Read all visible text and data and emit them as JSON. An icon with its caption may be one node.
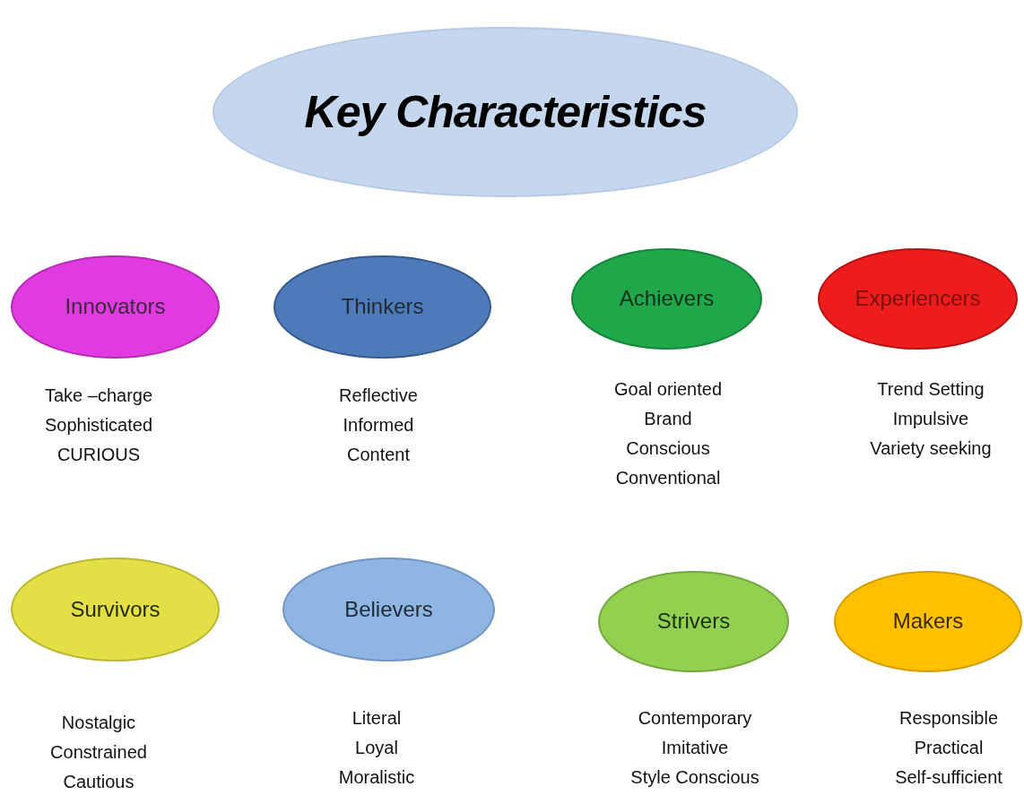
{
  "diagram": {
    "nodes": [
      {
        "text": [
          "Key Characteristics"
        ]
      },
      {
        "text": [
          "Innovators"
        ],
        "beside": [
          "Take –charge",
          "Sophisticated",
          "CURIOUS"
        ]
      },
      {
        "text": [
          "Thinkers"
        ],
        "beside": [
          "Reflective",
          "Informed",
          "Content"
        ]
      },
      {
        "text": [
          "Achievers"
        ],
        "beside": [
          "Goal oriented",
          "Brand",
          "Conscious",
          "Conventional"
        ]
      },
      {
        "text": [
          "Experiencers"
        ],
        "beside": [
          "Trend Setting",
          "Impulsive",
          "Variety seeking"
        ]
      },
      {
        "text": [
          "Survivors"
        ],
        "beside": [
          "Nostalgic",
          "Constrained",
          "Cautious"
        ]
      },
      {
        "text": [
          "Believers"
        ],
        "beside": [
          "Literal",
          "Loyal",
          "Moralistic"
        ]
      },
      {
        "text": [
          "Strivers"
        ],
        "beside": [
          "Contemporary",
          "Imitative",
          "Style Conscious"
        ]
      },
      {
        "text": [
          "Makers"
        ],
        "beside": [
          "Responsible",
          "Practical",
          "Self-sufficient"
        ]
      }
    ]
  }
}
